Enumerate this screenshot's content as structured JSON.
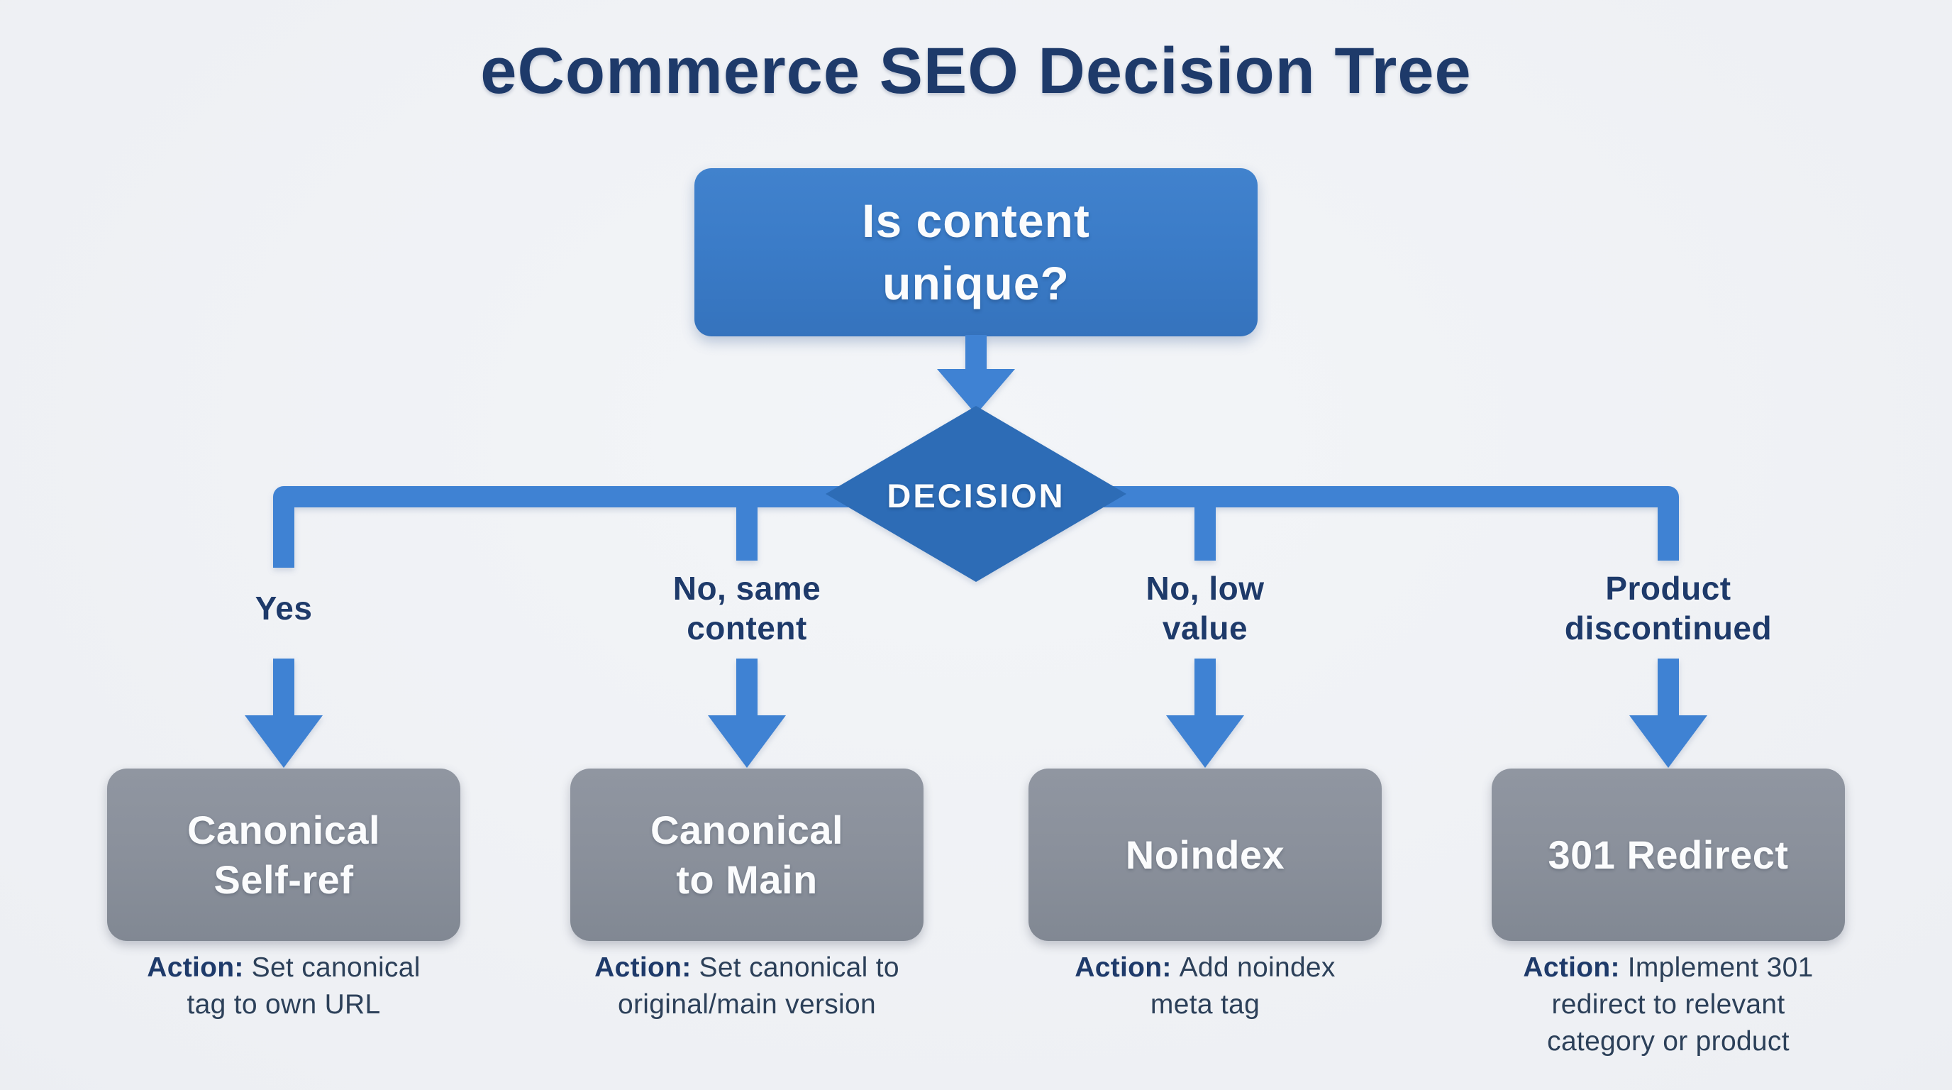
{
  "title": "eCommerce SEO Decision Tree",
  "root_question": "Is content\nunique?",
  "decision_label": "DECISION",
  "branches": [
    {
      "label": "Yes",
      "box_label": "Canonical\nSelf-ref",
      "action_prefix": "Action:",
      "action": "Set canonical\ntag to own URL"
    },
    {
      "label": "No, same\ncontent",
      "box_label": "Canonical\nto Main",
      "action_prefix": "Action:",
      "action": "Set canonical to\noriginal/main version"
    },
    {
      "label": "No, low\nvalue",
      "box_label": "Noindex",
      "action_prefix": "Action:",
      "action": "Add noindex\nmeta tag"
    },
    {
      "label": "Product\ndiscontinued",
      "box_label": "301 Redirect",
      "action_prefix": "Action:",
      "action": "Implement 301\nredirect to relevant\ncategory or product"
    }
  ],
  "colors": {
    "background": "#edeff3",
    "title_navy": "#1e3a6a",
    "root_box_blue": "#3b7cc8",
    "diamond_blue": "#2d6cb6",
    "connector_blue": "#3f82d3",
    "result_box_gray": "#8a909b",
    "box_text": "#fbfcfd",
    "action_text": "#2c4059"
  }
}
